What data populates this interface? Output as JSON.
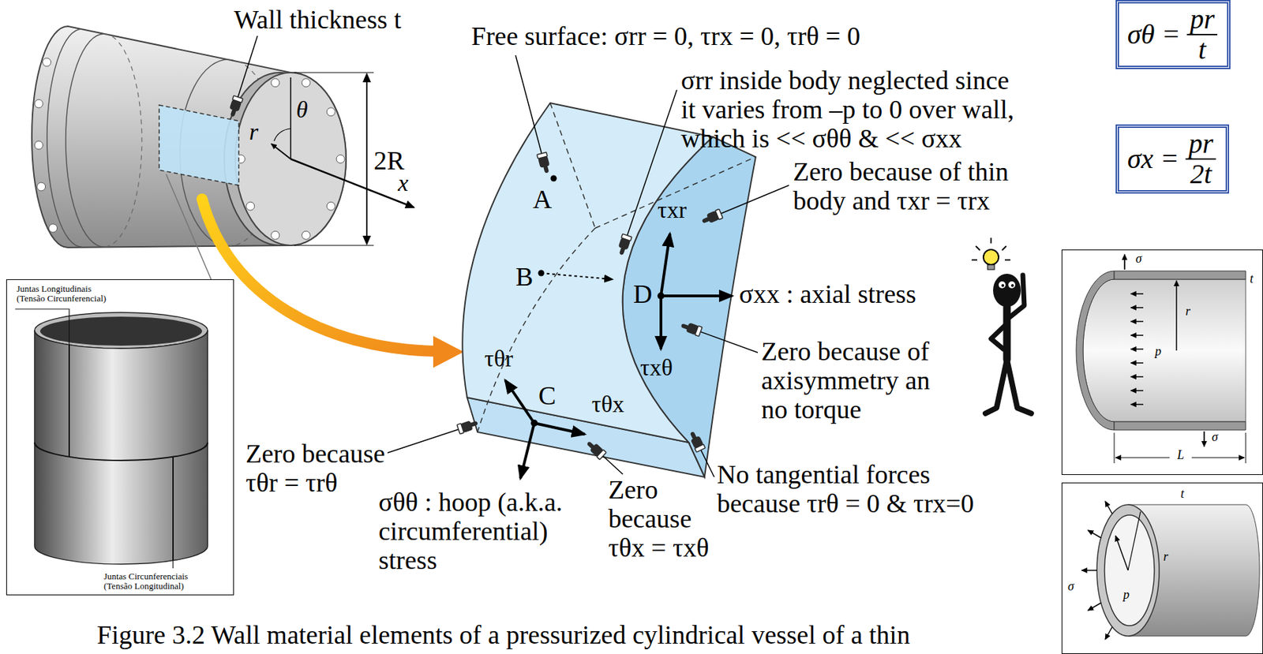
{
  "diagram": {
    "caption": "Figure 3.2 Wall material elements of a pressurized cylindrical vessel of a thin",
    "nodes": [
      {
        "text": [
          "σθ =",
          "pr",
          "t"
        ]
      },
      {
        "text": [
          "σx =",
          "pr",
          "2t"
        ]
      },
      {
        "text": [
          "Juntas Longitudinais (Tensão Circunferencial)",
          "Juntas Circunferenciais (Tensão Longitudinal)"
        ]
      },
      {
        "text": [
          "σ",
          "t",
          "r",
          "p",
          "σ",
          "L"
        ]
      },
      {
        "text": [
          "t",
          "r",
          "σ",
          "p"
        ]
      }
    ],
    "labels": [
      "Wall thickness t",
      "θ",
      "r",
      "2R",
      "x",
      "Free surface: σrr = 0, τrx = 0, τrθ = 0",
      "σrr inside body neglected since it varies from –p to 0 over wall, which is << σθθ & << σxx",
      "Zero because of thin body and τxr = τrx",
      "A",
      "B",
      "τxr",
      "D",
      "σxx : axial stress",
      "τxθ",
      "Zero because of axisymmetry an no torque",
      "τθr",
      "C",
      "τθx",
      "Zero because τθr = τrθ",
      "σθθ : hoop (a.k.a. circumferential) stress",
      "Zero because τθx = τxθ",
      "No tangential forces because τrθ = 0 & τrx=0"
    ]
  }
}
